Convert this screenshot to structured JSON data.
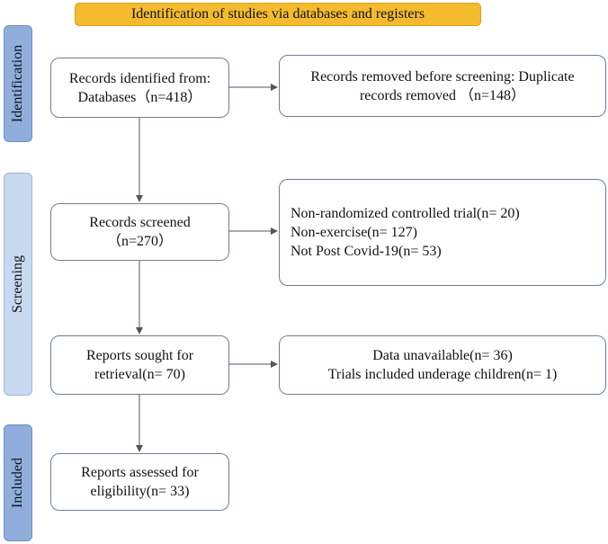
{
  "header": {
    "title": "Identification of studies via databases and registers"
  },
  "phases": {
    "identification": "Identification",
    "screening": "Screening",
    "included": "Included"
  },
  "boxes": {
    "records_identified": {
      "line1": "Records identified from:",
      "line2": "Databases（n=418）"
    },
    "records_removed": {
      "line1": "Records removed before screening: Duplicate",
      "line2": "records removed （n=148）"
    },
    "records_screened": {
      "line1": "Records screened",
      "line2": "（n=270）"
    },
    "excluded_screening": {
      "line1": "Non-randomized controlled trial(n= 20)",
      "line2": "Non-exercise(n= 127)",
      "line3": "Not Post Covid-19(n= 53)"
    },
    "reports_sought": {
      "line1": "Reports sought for",
      "line2": "retrieval(n= 70)"
    },
    "reports_not_retrieved": {
      "line1": "Data unavailable(n= 36)",
      "line2": "Trials included underage children(n= 1)"
    },
    "reports_assessed": {
      "line1": "Reports assessed for",
      "line2": "eligibility(n= 33)"
    }
  },
  "colors": {
    "banner": "#f3bb2d",
    "phase_dark": "#8faedc",
    "phase_light": "#c7d9f0",
    "box_border": "#6b7e94",
    "arrow": "#555555"
  }
}
